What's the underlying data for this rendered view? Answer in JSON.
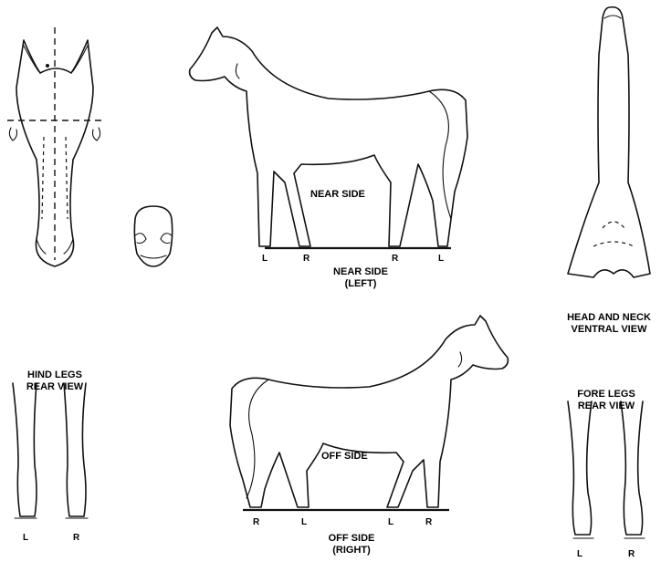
{
  "labels": {
    "near_side_body": "NEAR SIDE",
    "near_side_caption_1": "NEAR SIDE",
    "near_side_caption_2": "(LEFT)",
    "off_side_body": "OFF SIDE",
    "off_side_caption_1": "OFF SIDE",
    "off_side_caption_2": "(RIGHT)",
    "head_neck_1": "HEAD AND NECK",
    "head_neck_2": "VENTRAL VIEW",
    "hind_legs_1": "HIND LEGS",
    "hind_legs_2": "REAR VIEW",
    "fore_legs_1": "FORE LEGS",
    "fore_legs_2": "REAR VIEW"
  },
  "near_side_feet": [
    "L",
    "R",
    "R",
    "L"
  ],
  "off_side_feet": [
    "R",
    "L",
    "L",
    "R"
  ],
  "hind_legs_feet": [
    "L",
    "R"
  ],
  "fore_legs_feet": [
    "L",
    "R"
  ]
}
